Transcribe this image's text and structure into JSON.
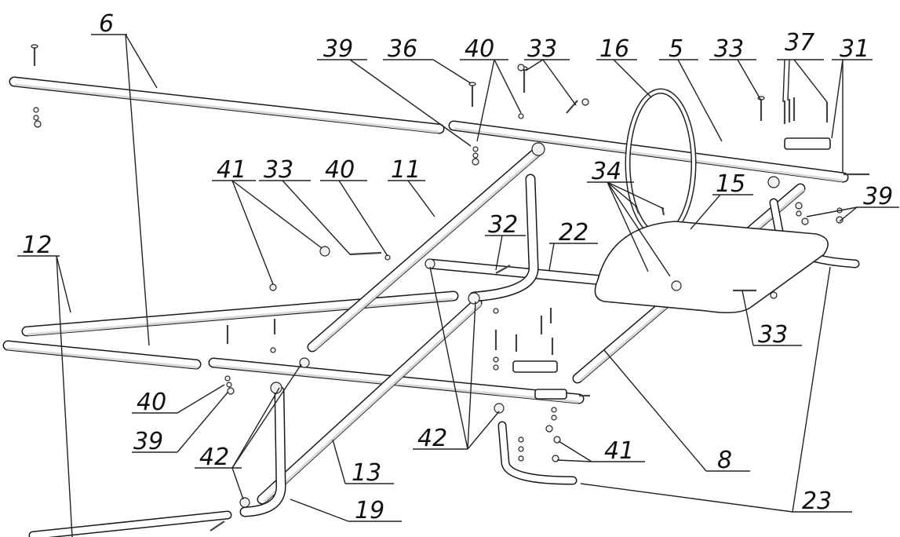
{
  "title": "",
  "callouts": [
    {
      "id": "c6",
      "label": "6"
    },
    {
      "id": "c39a",
      "label": "39"
    },
    {
      "id": "c36",
      "label": "36"
    },
    {
      "id": "c40a",
      "label": "40"
    },
    {
      "id": "c33a",
      "label": "33"
    },
    {
      "id": "c16",
      "label": "16"
    },
    {
      "id": "c5",
      "label": "5"
    },
    {
      "id": "c33b",
      "label": "33"
    },
    {
      "id": "c37",
      "label": "37"
    },
    {
      "id": "c31",
      "label": "31"
    },
    {
      "id": "c41a",
      "label": "41"
    },
    {
      "id": "c33c",
      "label": "33"
    },
    {
      "id": "c40b",
      "label": "40"
    },
    {
      "id": "c11",
      "label": "11"
    },
    {
      "id": "c34",
      "label": "34"
    },
    {
      "id": "c15",
      "label": "15"
    },
    {
      "id": "c39b",
      "label": "39"
    },
    {
      "id": "c12",
      "label": "12"
    },
    {
      "id": "c32",
      "label": "32"
    },
    {
      "id": "c22",
      "label": "22"
    },
    {
      "id": "c33d",
      "label": "33"
    },
    {
      "id": "c40c",
      "label": "40"
    },
    {
      "id": "c39c",
      "label": "39"
    },
    {
      "id": "c42a",
      "label": "42"
    },
    {
      "id": "c42b",
      "label": "42"
    },
    {
      "id": "c13",
      "label": "13"
    },
    {
      "id": "c41b",
      "label": "41"
    },
    {
      "id": "c8",
      "label": "8"
    },
    {
      "id": "c19",
      "label": "19"
    },
    {
      "id": "c23",
      "label": "23"
    }
  ]
}
